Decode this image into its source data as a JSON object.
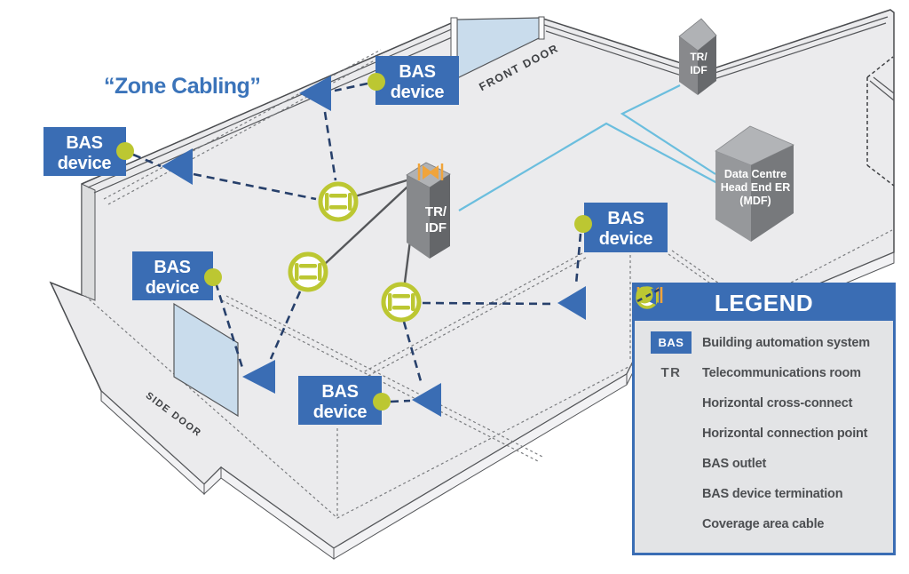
{
  "title": "“Zone Cabling”",
  "colors": {
    "accent": "#3a6db4",
    "green": "#bcc732",
    "orange": "#f0a43b",
    "navy": "#27406b",
    "light_blue_cable": "#6bbede",
    "door_fill": "#c9dcec",
    "floor": "#ebebed",
    "text_gray": "#4d4f52",
    "title_blue": "#3b74ba"
  },
  "bas_device": {
    "line1": "BAS",
    "line2": "device"
  },
  "towers": {
    "tr_idf": {
      "line1": "TR/",
      "line2": "IDF"
    },
    "data_centre": {
      "line1": "Data Centre",
      "line2": "Head End ER",
      "line3": "(MDF)"
    }
  },
  "doors": {
    "front": "FRONT DOOR",
    "side": "SIDE DOOR"
  },
  "legend": {
    "title": "LEGEND",
    "items": [
      {
        "icon": "bas-chip",
        "icon_label": "BAS",
        "label": "Building automation system"
      },
      {
        "icon": "tr-text",
        "icon_label": "TR",
        "label": "Telecommunications room"
      },
      {
        "icon": "cross-connect",
        "label": "Horizontal cross-connect"
      },
      {
        "icon": "connection-point",
        "label": "Horizontal connection point"
      },
      {
        "icon": "bas-outlet",
        "label": "BAS outlet"
      },
      {
        "icon": "termination-dot",
        "label": "BAS device termination"
      },
      {
        "icon": "coverage-cable",
        "label": "Coverage area cable"
      }
    ]
  }
}
